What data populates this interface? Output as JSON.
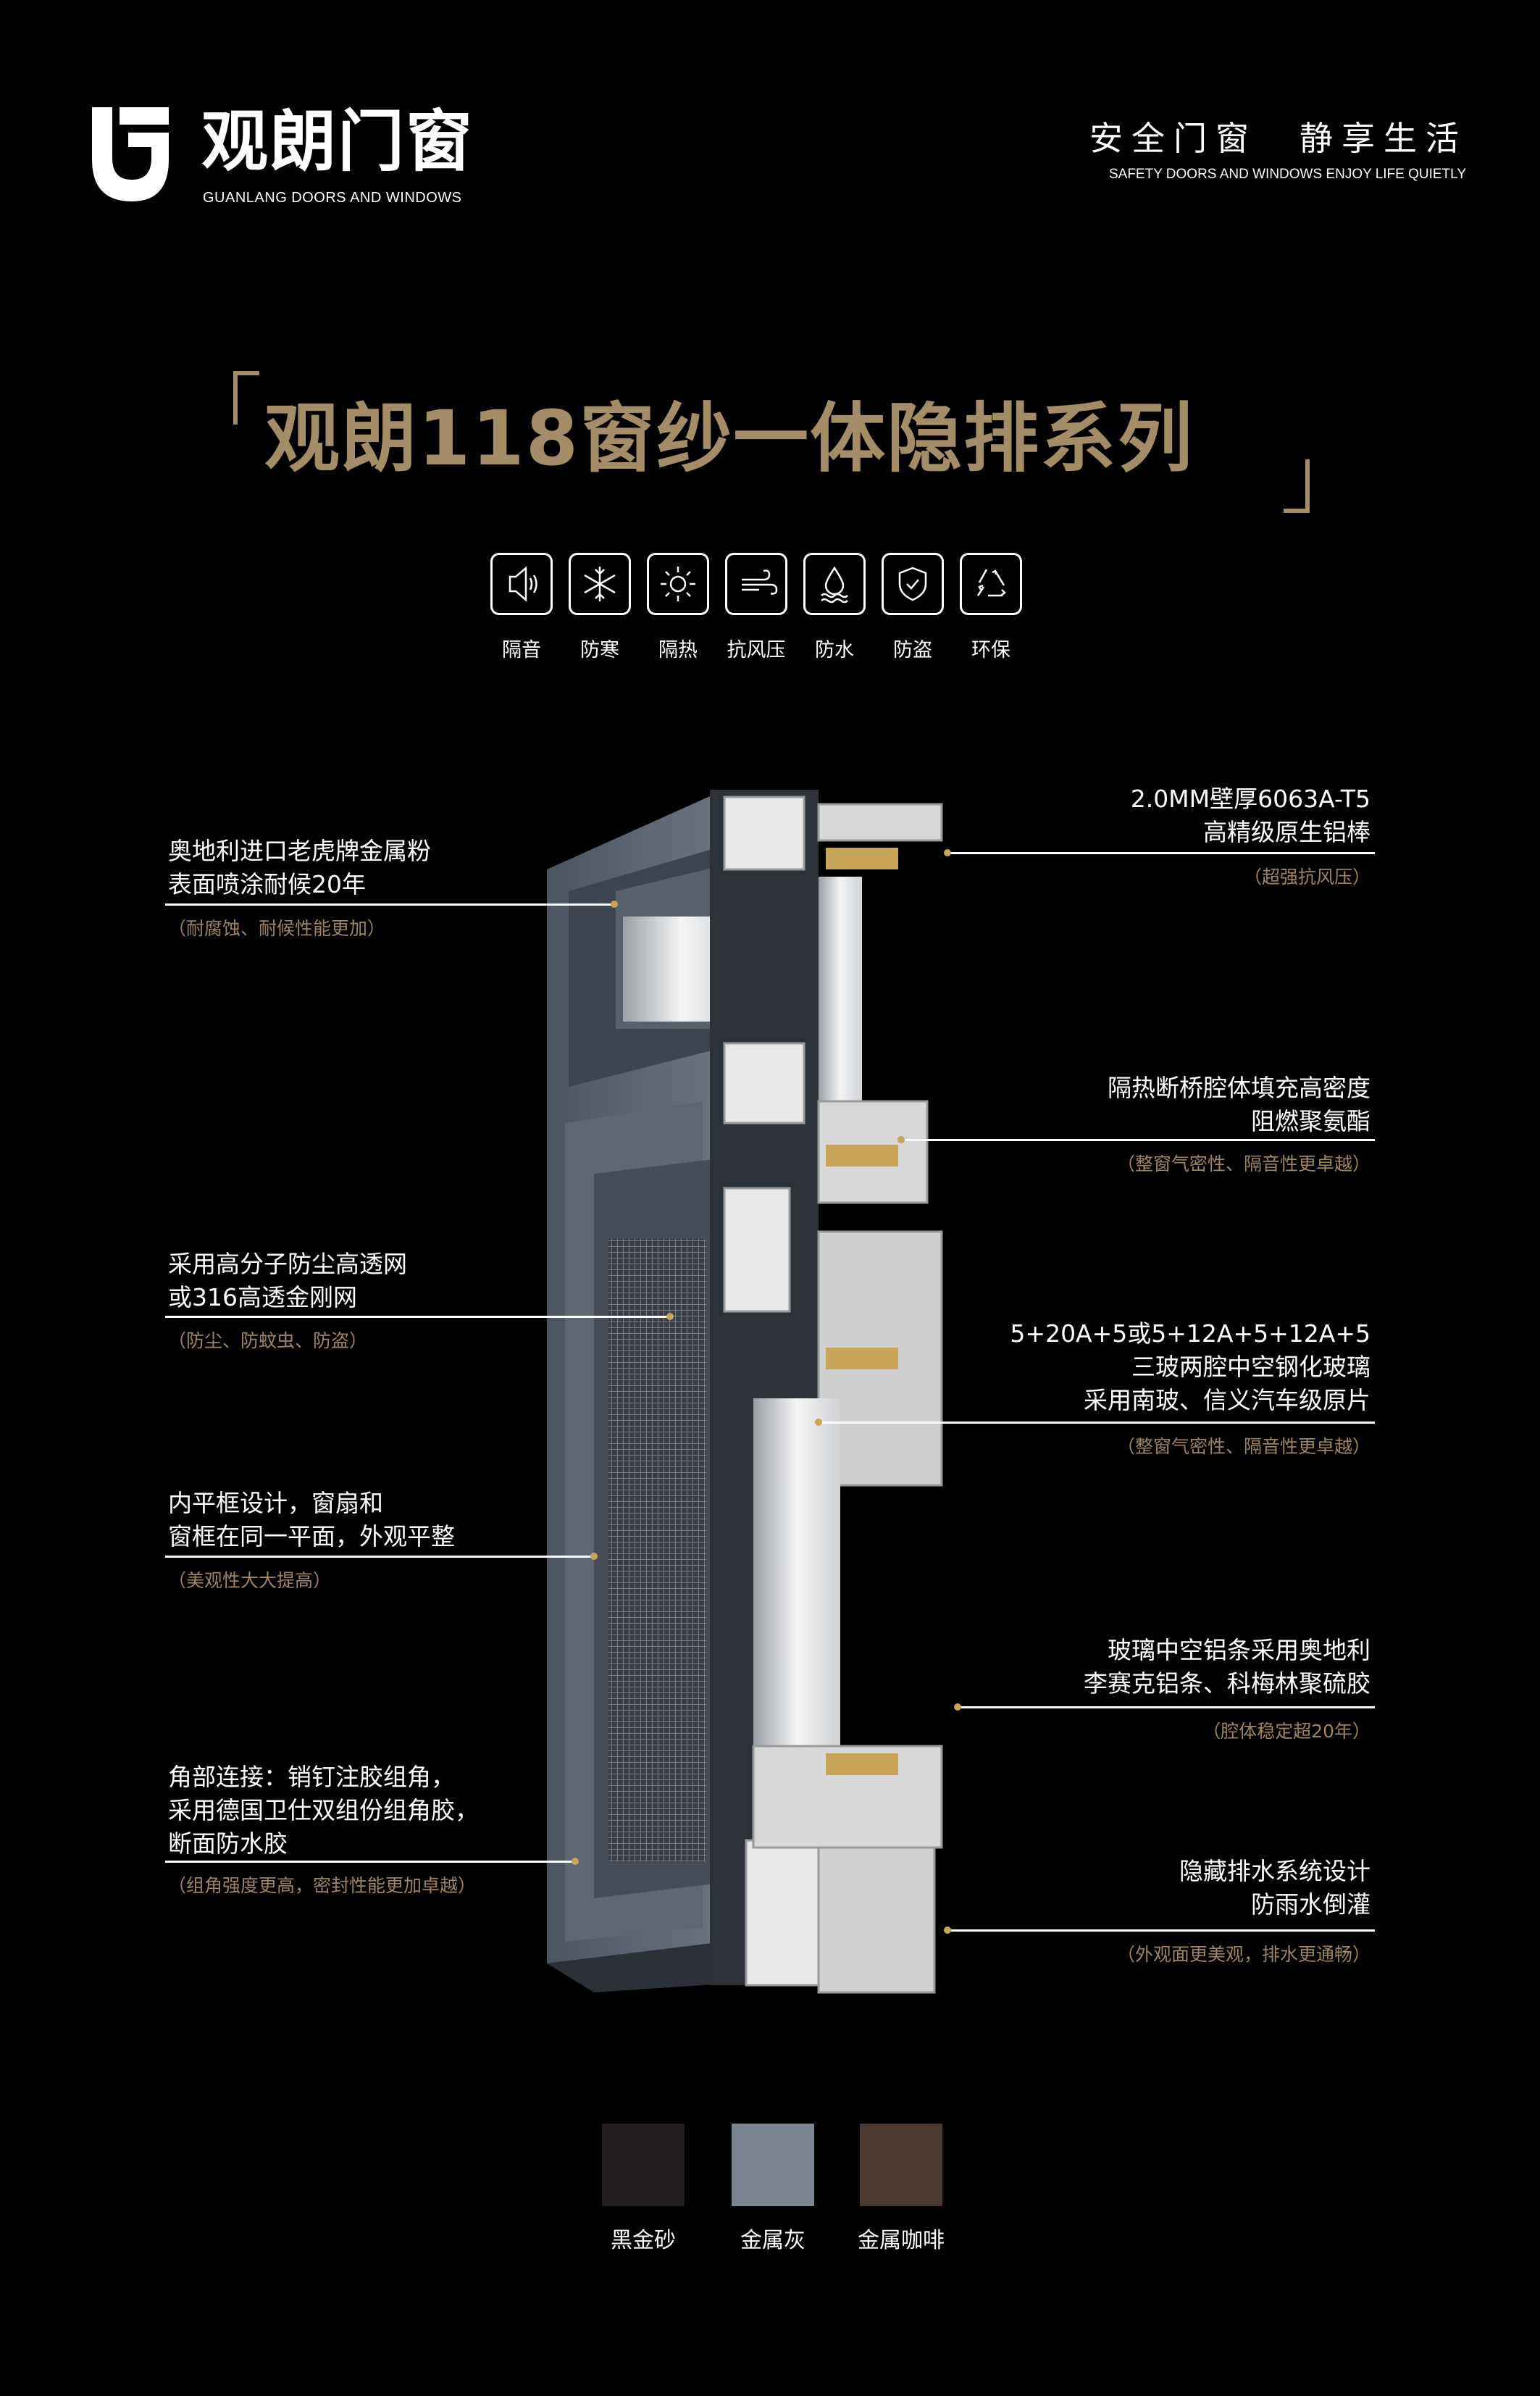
{
  "brand": {
    "name": "观朗门窗",
    "name_en": "GUANLANG DOORS AND WINDOWS",
    "logo": "G-shield-logo"
  },
  "slogan": {
    "cn": "安全门窗　静享生活",
    "en": "SAFETY DOORS AND WINDOWS ENJOY LIFE QUIETLY"
  },
  "title": "观朗118窗纱一体隐排系列",
  "features": [
    {
      "icon": "speaker-sound-icon",
      "label": "隔音"
    },
    {
      "icon": "snowflake-icon",
      "label": "防寒"
    },
    {
      "icon": "sun-icon",
      "label": "隔热"
    },
    {
      "icon": "wind-icon",
      "label": "抗风压"
    },
    {
      "icon": "water-drop-icon",
      "label": "防水"
    },
    {
      "icon": "shield-check-icon",
      "label": "防盗"
    },
    {
      "icon": "recycle-icon",
      "label": "环保"
    }
  ],
  "left_annotations": [
    {
      "lines": [
        "奥地利进口老虎牌金属粉",
        "表面喷涂耐候20年"
      ],
      "note": "（耐腐蚀、耐候性能更加）"
    },
    {
      "lines": [
        "采用高分子防尘高透网",
        "或316高透金刚网"
      ],
      "note": "（防尘、防蚊虫、防盗）"
    },
    {
      "lines": [
        "内平框设计，窗扇和",
        "窗框在同一平面，外观平整"
      ],
      "note": "（美观性大大提高）"
    },
    {
      "lines": [
        "角部连接：销钉注胶组角，",
        "采用德国卫仕双组份组角胶，",
        "断面防水胶"
      ],
      "note": "（组角强度更高，密封性能更加卓越）"
    }
  ],
  "right_annotations": [
    {
      "lines": [
        "2.0MM壁厚6063A-T5",
        "高精级原生铝棒"
      ],
      "note": "（超强抗风压）"
    },
    {
      "lines": [
        "隔热断桥腔体填充高密度",
        "阻燃聚氨酯"
      ],
      "note": "（整窗气密性、隔音性更卓越）"
    },
    {
      "lines": [
        "5+20A+5或5+12A+5+12A+5",
        "三玻两腔中空钢化玻璃",
        "采用南玻、信义汽车级原片"
      ],
      "note": "（整窗气密性、隔音性更卓越）"
    },
    {
      "lines": [
        "玻璃中空铝条采用奥地利",
        "李赛克铝条、科梅林聚硫胶"
      ],
      "note": "（腔体稳定超20年）"
    },
    {
      "lines": [
        "隐藏排水系统设计",
        "防雨水倒灌"
      ],
      "note": "（外观面更美观，排水更通畅）"
    }
  ],
  "colors": [
    {
      "name": "黑金砂",
      "hex": "#231f20"
    },
    {
      "name": "金属灰",
      "hex": "#7b8591"
    },
    {
      "name": "金属咖啡",
      "hex": "#4b3a30"
    }
  ],
  "accent": "#a38d66"
}
